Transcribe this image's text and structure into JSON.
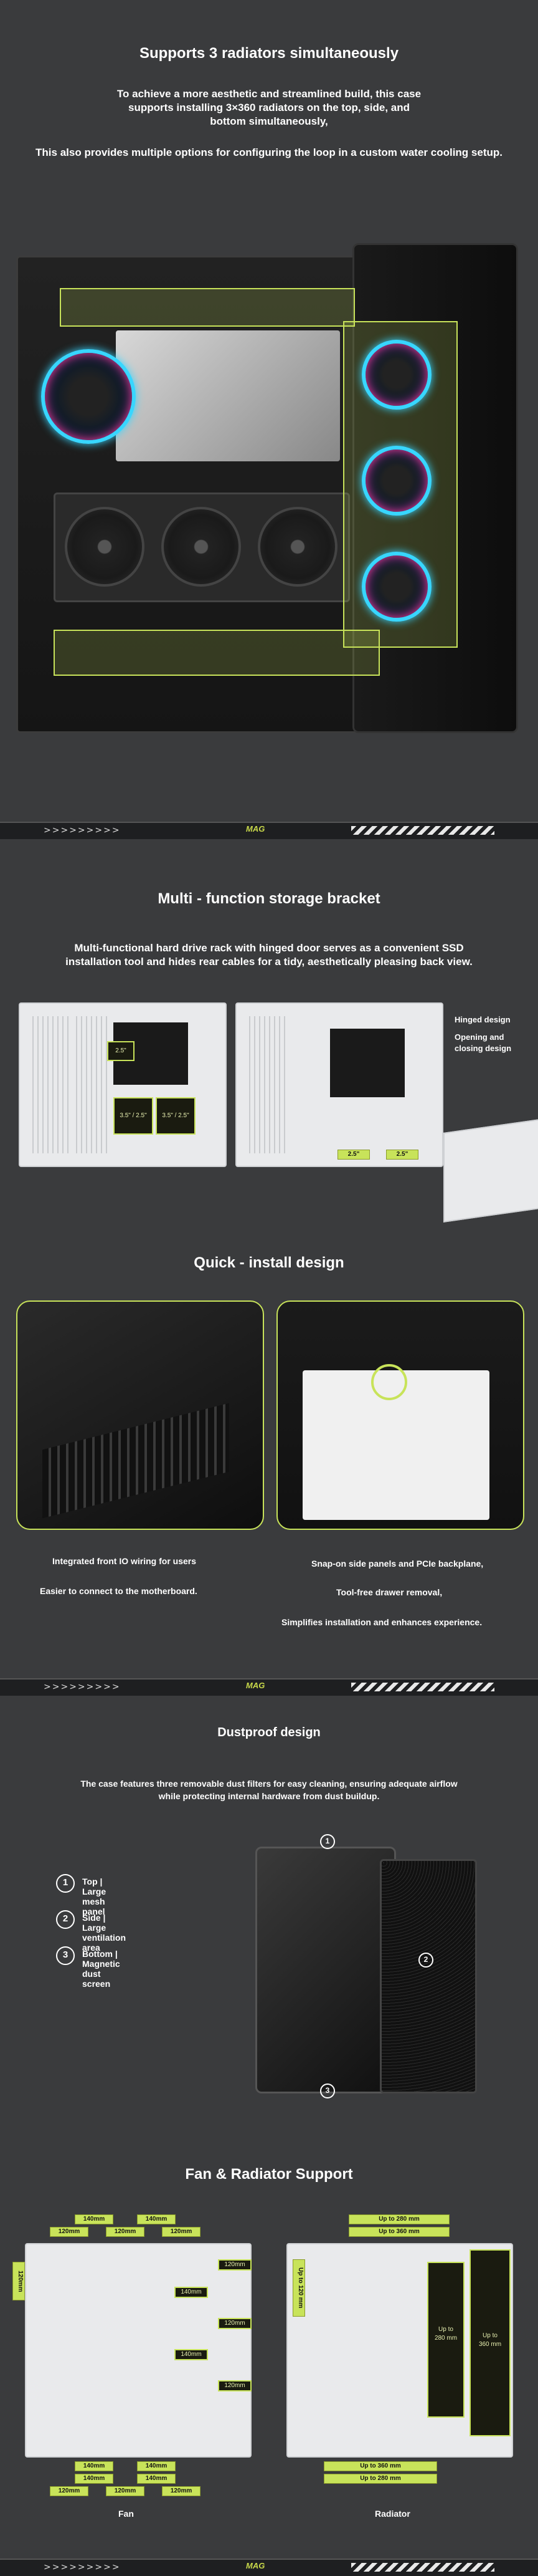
{
  "section1": {
    "title": "Supports 3 radiators simultaneously",
    "line1": "To achieve a more aesthetic and streamlined build, this case",
    "line2": "supports installing 3×360 radiators on the top, side, and",
    "line3": "bottom simultaneously,",
    "line4": "This also provides multiple options for configuring the loop in a custom water cooling setup."
  },
  "divider": {
    "chevrons": ">>>>>>>>>",
    "logo": "MAG"
  },
  "section2": {
    "title": "Multi - function storage bracket",
    "line1": "Multi-functional hard drive rack with hinged door serves as a convenient SSD",
    "line2": "installation tool and hides rear cables for a tidy, aesthetically pleasing back view.",
    "tag_25": "2.5\"",
    "tag_35_25_a": "3.5\" / 2.5\"",
    "tag_35_25_b": "3.5\" / 2.5\"",
    "tag_25_b": "2.5\"",
    "tag_25_c": "2.5\"",
    "hinged": "Hinged design",
    "opening_1": "Opening and",
    "opening_2": "closing design"
  },
  "section3": {
    "title": "Quick - install design",
    "left_1": "Integrated front IO wiring for users",
    "left_2": "Easier to connect to the motherboard.",
    "right_1": "Snap-on side panels and PCIe backplane,",
    "right_2": "Tool-free drawer removal,",
    "right_3": "Simplifies installation and enhances experience."
  },
  "section4": {
    "title": "Dustproof design",
    "line1": "The case features three removable dust filters for easy cleaning, ensuring adequate airflow",
    "line2": "while protecting internal hardware from dust buildup.",
    "items": [
      {
        "num": "1",
        "label": "Top | Large mesh panel"
      },
      {
        "num": "2",
        "label": "Side | Large ventilation area"
      },
      {
        "num": "3",
        "label": "Bottom | Magnetic dust screen"
      }
    ]
  },
  "section5": {
    "title": "Fan & Radiator Support",
    "fan_caption": "Fan",
    "rad_caption": "Radiator",
    "fan_top": [
      "140mm",
      "140mm",
      "120mm",
      "120mm",
      "120mm"
    ],
    "fan_side": [
      "120mm",
      "140mm",
      "120mm",
      "140mm",
      "120mm"
    ],
    "fan_rear": "120mm",
    "fan_bottom": [
      "140mm",
      "140mm",
      "140mm",
      "140mm",
      "120mm",
      "120mm",
      "120mm"
    ],
    "rad_top": [
      "Up to 280 mm",
      "Up to 360 mm"
    ],
    "rad_rear": "Up to 120 mm",
    "rad_side_a": "Up to",
    "rad_side_a2": "280 mm",
    "rad_side_b": "Up to",
    "rad_side_b2": "360 mm",
    "rad_bottom": [
      "Up to 360 mm",
      "Up to 280 mm"
    ]
  }
}
